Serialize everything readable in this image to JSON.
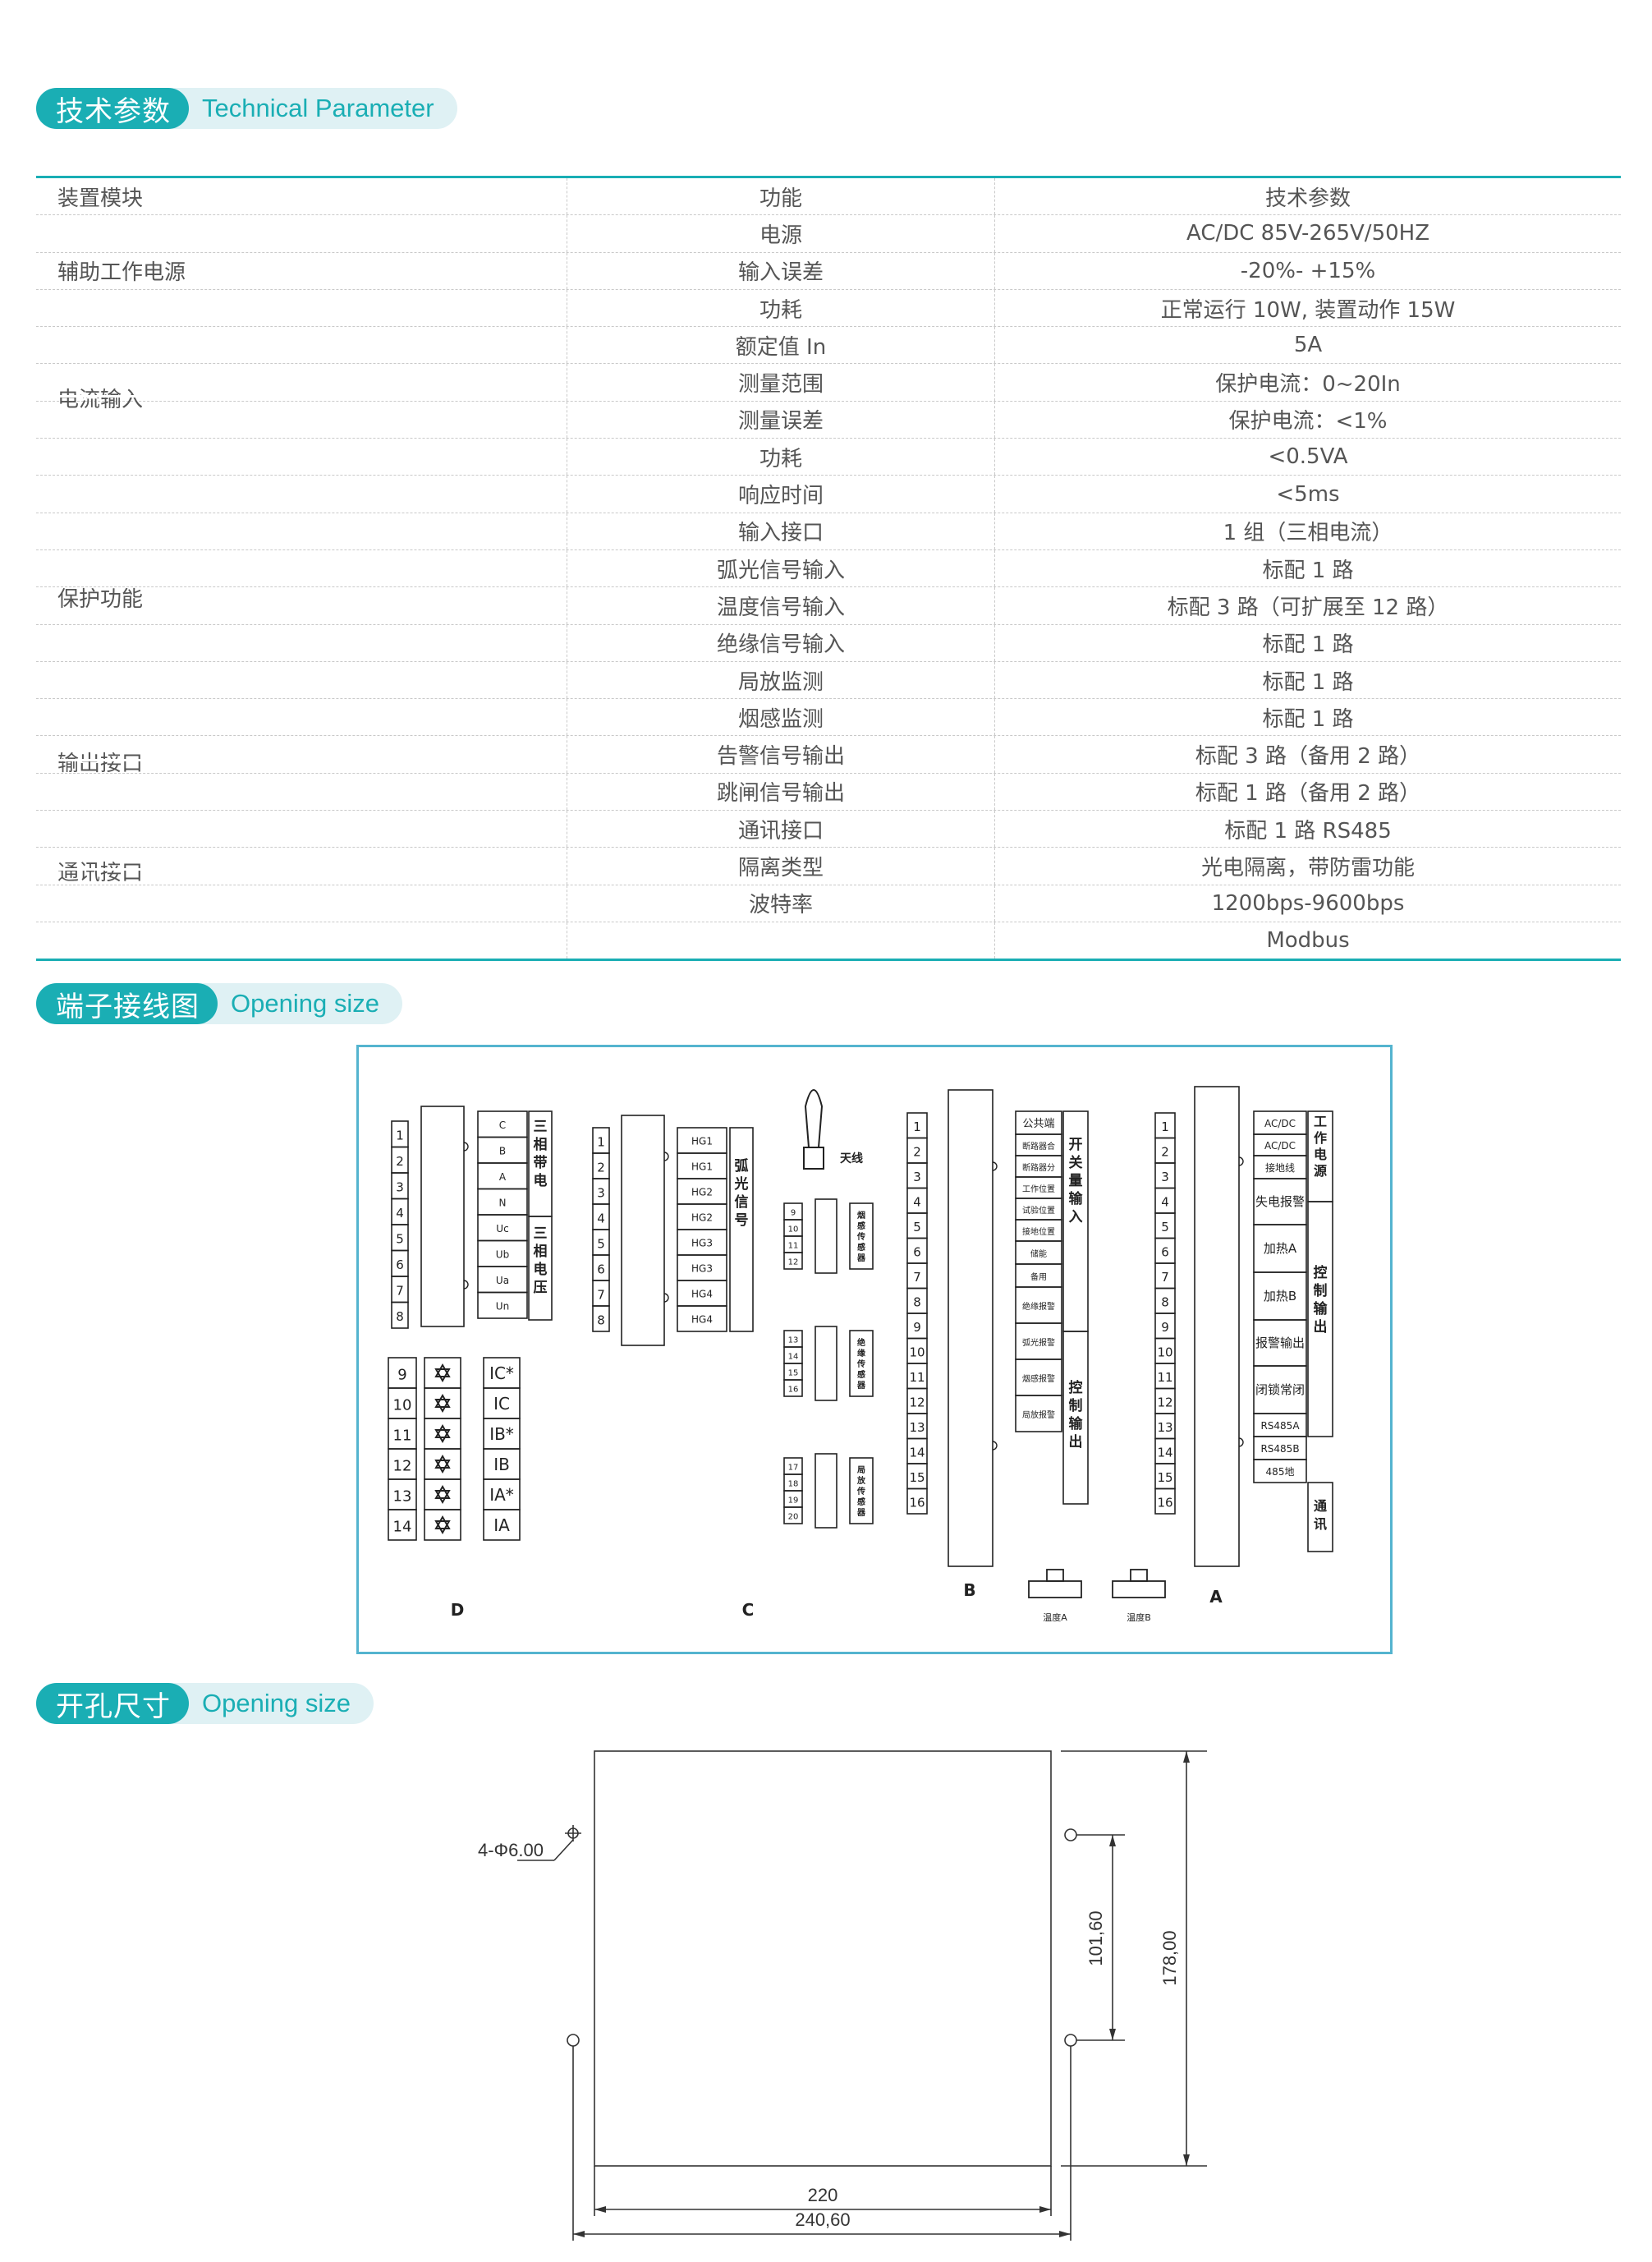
{
  "sections": {
    "tech": {
      "cn": "技术参数",
      "en": "Technical Parameter"
    },
    "wiring": {
      "cn": "端子接线图",
      "en": "Opening size"
    },
    "cutout": {
      "cn": "开孔尺寸",
      "en": "Opening size"
    }
  },
  "table": {
    "headers": [
      "装置模块",
      "功能",
      "技术参数"
    ],
    "groups": [
      {
        "name": "辅助工作电源",
        "rows": [
          [
            "电源",
            "AC/DC 85V-265V/50HZ"
          ],
          [
            "输入误差",
            "-20%- +15%"
          ],
          [
            "功耗",
            "正常运行 10W, 装置动作 15W"
          ]
        ]
      },
      {
        "name": "电流输入",
        "rows": [
          [
            "额定值 In",
            "5A"
          ],
          [
            "测量范围",
            "保护电流：0~20In"
          ],
          [
            "测量误差",
            "保护电流：<1%"
          ],
          [
            "功耗",
            "<0.5VA"
          ]
        ]
      },
      {
        "name": "保护功能",
        "rows": [
          [
            "响应时间",
            "<5ms"
          ],
          [
            "输入接口",
            "1 组（三相电流）"
          ],
          [
            "弧光信号输入",
            "标配 1 路"
          ],
          [
            "温度信号输入",
            "标配 3 路（可扩展至 12 路）"
          ],
          [
            "绝缘信号输入",
            "标配 1 路"
          ],
          [
            "局放监测",
            "标配 1 路"
          ],
          [
            "烟感监测",
            "标配 1 路"
          ]
        ]
      },
      {
        "name": "输出接口",
        "rows": [
          [
            "告警信号输出",
            "标配 3 路（备用 2 路）"
          ],
          [
            "跳闸信号输出",
            "标配 1 路（备用 2 路）"
          ]
        ]
      },
      {
        "name": "通讯接口",
        "rows": [
          [
            "通讯接口",
            "标配 1 路 RS485"
          ],
          [
            "隔离类型",
            "光电隔离，带防雷功能"
          ],
          [
            "波特率",
            "1200bps-9600bps"
          ],
          [
            "",
            "Modbus"
          ]
        ]
      }
    ]
  },
  "wiring": {
    "blockD": {
      "label": "D",
      "nums_top": [
        "1",
        "2",
        "3",
        "4",
        "5",
        "6",
        "7",
        "8"
      ],
      "signals": [
        "C",
        "B",
        "A",
        "N",
        "Uc",
        "Ub",
        "Ua",
        "Un"
      ],
      "group1": "三相带电",
      "group2": "三相电压",
      "nums_bottom": [
        "9",
        "10",
        "11",
        "12",
        "13",
        "14"
      ],
      "ct": [
        "IC*",
        "IC",
        "IB*",
        "IB",
        "IA*",
        "IA"
      ]
    },
    "blockC": {
      "label": "C",
      "nums": [
        "1",
        "2",
        "3",
        "4",
        "5",
        "6",
        "7",
        "8"
      ],
      "signals": [
        "HG1",
        "HG1",
        "HG2",
        "HG2",
        "HG3",
        "HG3",
        "HG4",
        "HG4"
      ],
      "group": "弧光信号",
      "antenna": "天线",
      "sensors": [
        {
          "nums": [
            "9",
            "10",
            "11",
            "12"
          ],
          "label": "烟感传感器"
        },
        {
          "nums": [
            "13",
            "14",
            "15",
            "16"
          ],
          "label": "绝缘传感器"
        },
        {
          "nums": [
            "17",
            "18",
            "19",
            "20"
          ],
          "label": "局放传感器"
        }
      ]
    },
    "blockB": {
      "label": "B",
      "nums": [
        "1",
        "2",
        "3",
        "4",
        "5",
        "6",
        "7",
        "8",
        "9",
        "10",
        "11",
        "12",
        "13",
        "14",
        "15",
        "16"
      ],
      "signals": [
        "公共端",
        "断路器合",
        "断路器分",
        "工作位置",
        "试验位置",
        "接地位置",
        "储能",
        "备用",
        "绝缘报警",
        "弧光报警",
        "烟感报警",
        "局放报警"
      ],
      "group1": "开关量输入",
      "group2": "控制输出"
    },
    "blockA": {
      "label": "A",
      "nums": [
        "1",
        "2",
        "3",
        "4",
        "5",
        "6",
        "7",
        "8",
        "9",
        "10",
        "11",
        "12",
        "13",
        "14",
        "15",
        "16"
      ],
      "signals": [
        "AC/DC",
        "AC/DC",
        "接地线",
        "失电报警",
        "加热A",
        "加热B",
        "报警输出",
        "闭锁常闭",
        "RS485A",
        "RS485B",
        "485地"
      ],
      "group1": "工作电源",
      "group2": "控制输出",
      "group3": "通讯"
    },
    "temps": [
      "温度A",
      "温度B"
    ]
  },
  "cutout": {
    "hole_label": "4-Φ6.00",
    "dim_inner_v": "101,60",
    "dim_outer_v": "178,00",
    "dim_inner_h": "220",
    "dim_outer_h": "240,60"
  },
  "colors": {
    "accent": "#1aaeb4",
    "accent_light": "#dff1f4",
    "diagram_border": "#54b4cf"
  }
}
